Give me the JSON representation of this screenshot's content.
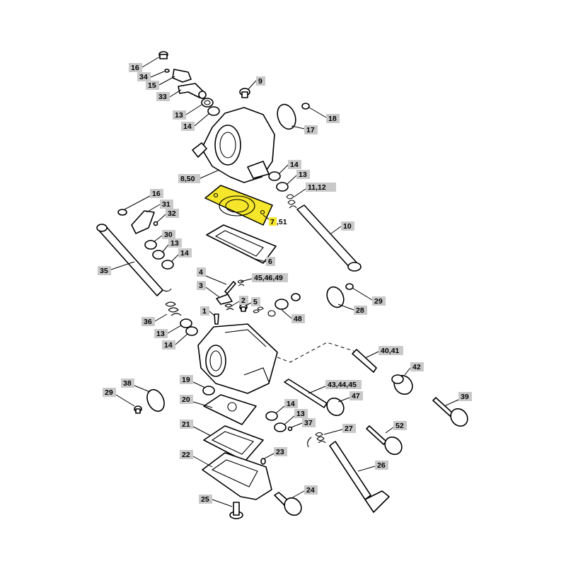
{
  "labels": {
    "l16a": "16",
    "l34": "34",
    "l15": "15",
    "l33": "33",
    "l9": "9",
    "l13a": "13",
    "l14a": "14",
    "l18": "18",
    "l17": "17",
    "l8_50": "8,50",
    "l14b": "14",
    "l13b": "13",
    "l11_12": "11,12",
    "l16b": "16",
    "l31": "31",
    "l32": "32",
    "l7_51": "7",
    "l7_51_suffix": ",51",
    "l10": "10",
    "l30": "30",
    "l13c": "13",
    "l14c": "14",
    "l6": "6",
    "l35": "35",
    "l4": "4",
    "l45_46_49": "45,46,49",
    "l29a": "29",
    "l3": "3",
    "l28": "28",
    "l2": "2",
    "l5": "5",
    "l1": "1",
    "l48": "48",
    "l36": "36",
    "l13d": "13",
    "l14d": "14",
    "l40_41": "40,41",
    "l42": "42",
    "l19": "19",
    "l38": "38",
    "l43_44_45": "43,44,45",
    "l47": "47",
    "l39": "39",
    "l29b": "29",
    "l20": "20",
    "l14e": "14",
    "l13e": "13",
    "l37": "37",
    "l27": "27",
    "l52": "52",
    "l21": "21",
    "l23": "23",
    "l26": "26",
    "l22": "22",
    "l24": "24",
    "l25": "25"
  },
  "highlight_color": "#f5e62b",
  "label_color": "#c9c9c9"
}
